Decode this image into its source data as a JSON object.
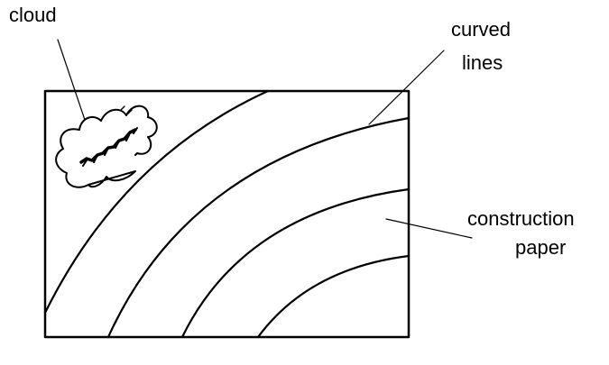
{
  "diagram": {
    "labels": {
      "cloud": "cloud",
      "curved_lines_line1": "curved",
      "curved_lines_line2": "lines",
      "construction_line1": "construction",
      "construction_line2": "paper"
    },
    "colors": {
      "ink": "#000000",
      "paper": "#ffffff"
    }
  }
}
